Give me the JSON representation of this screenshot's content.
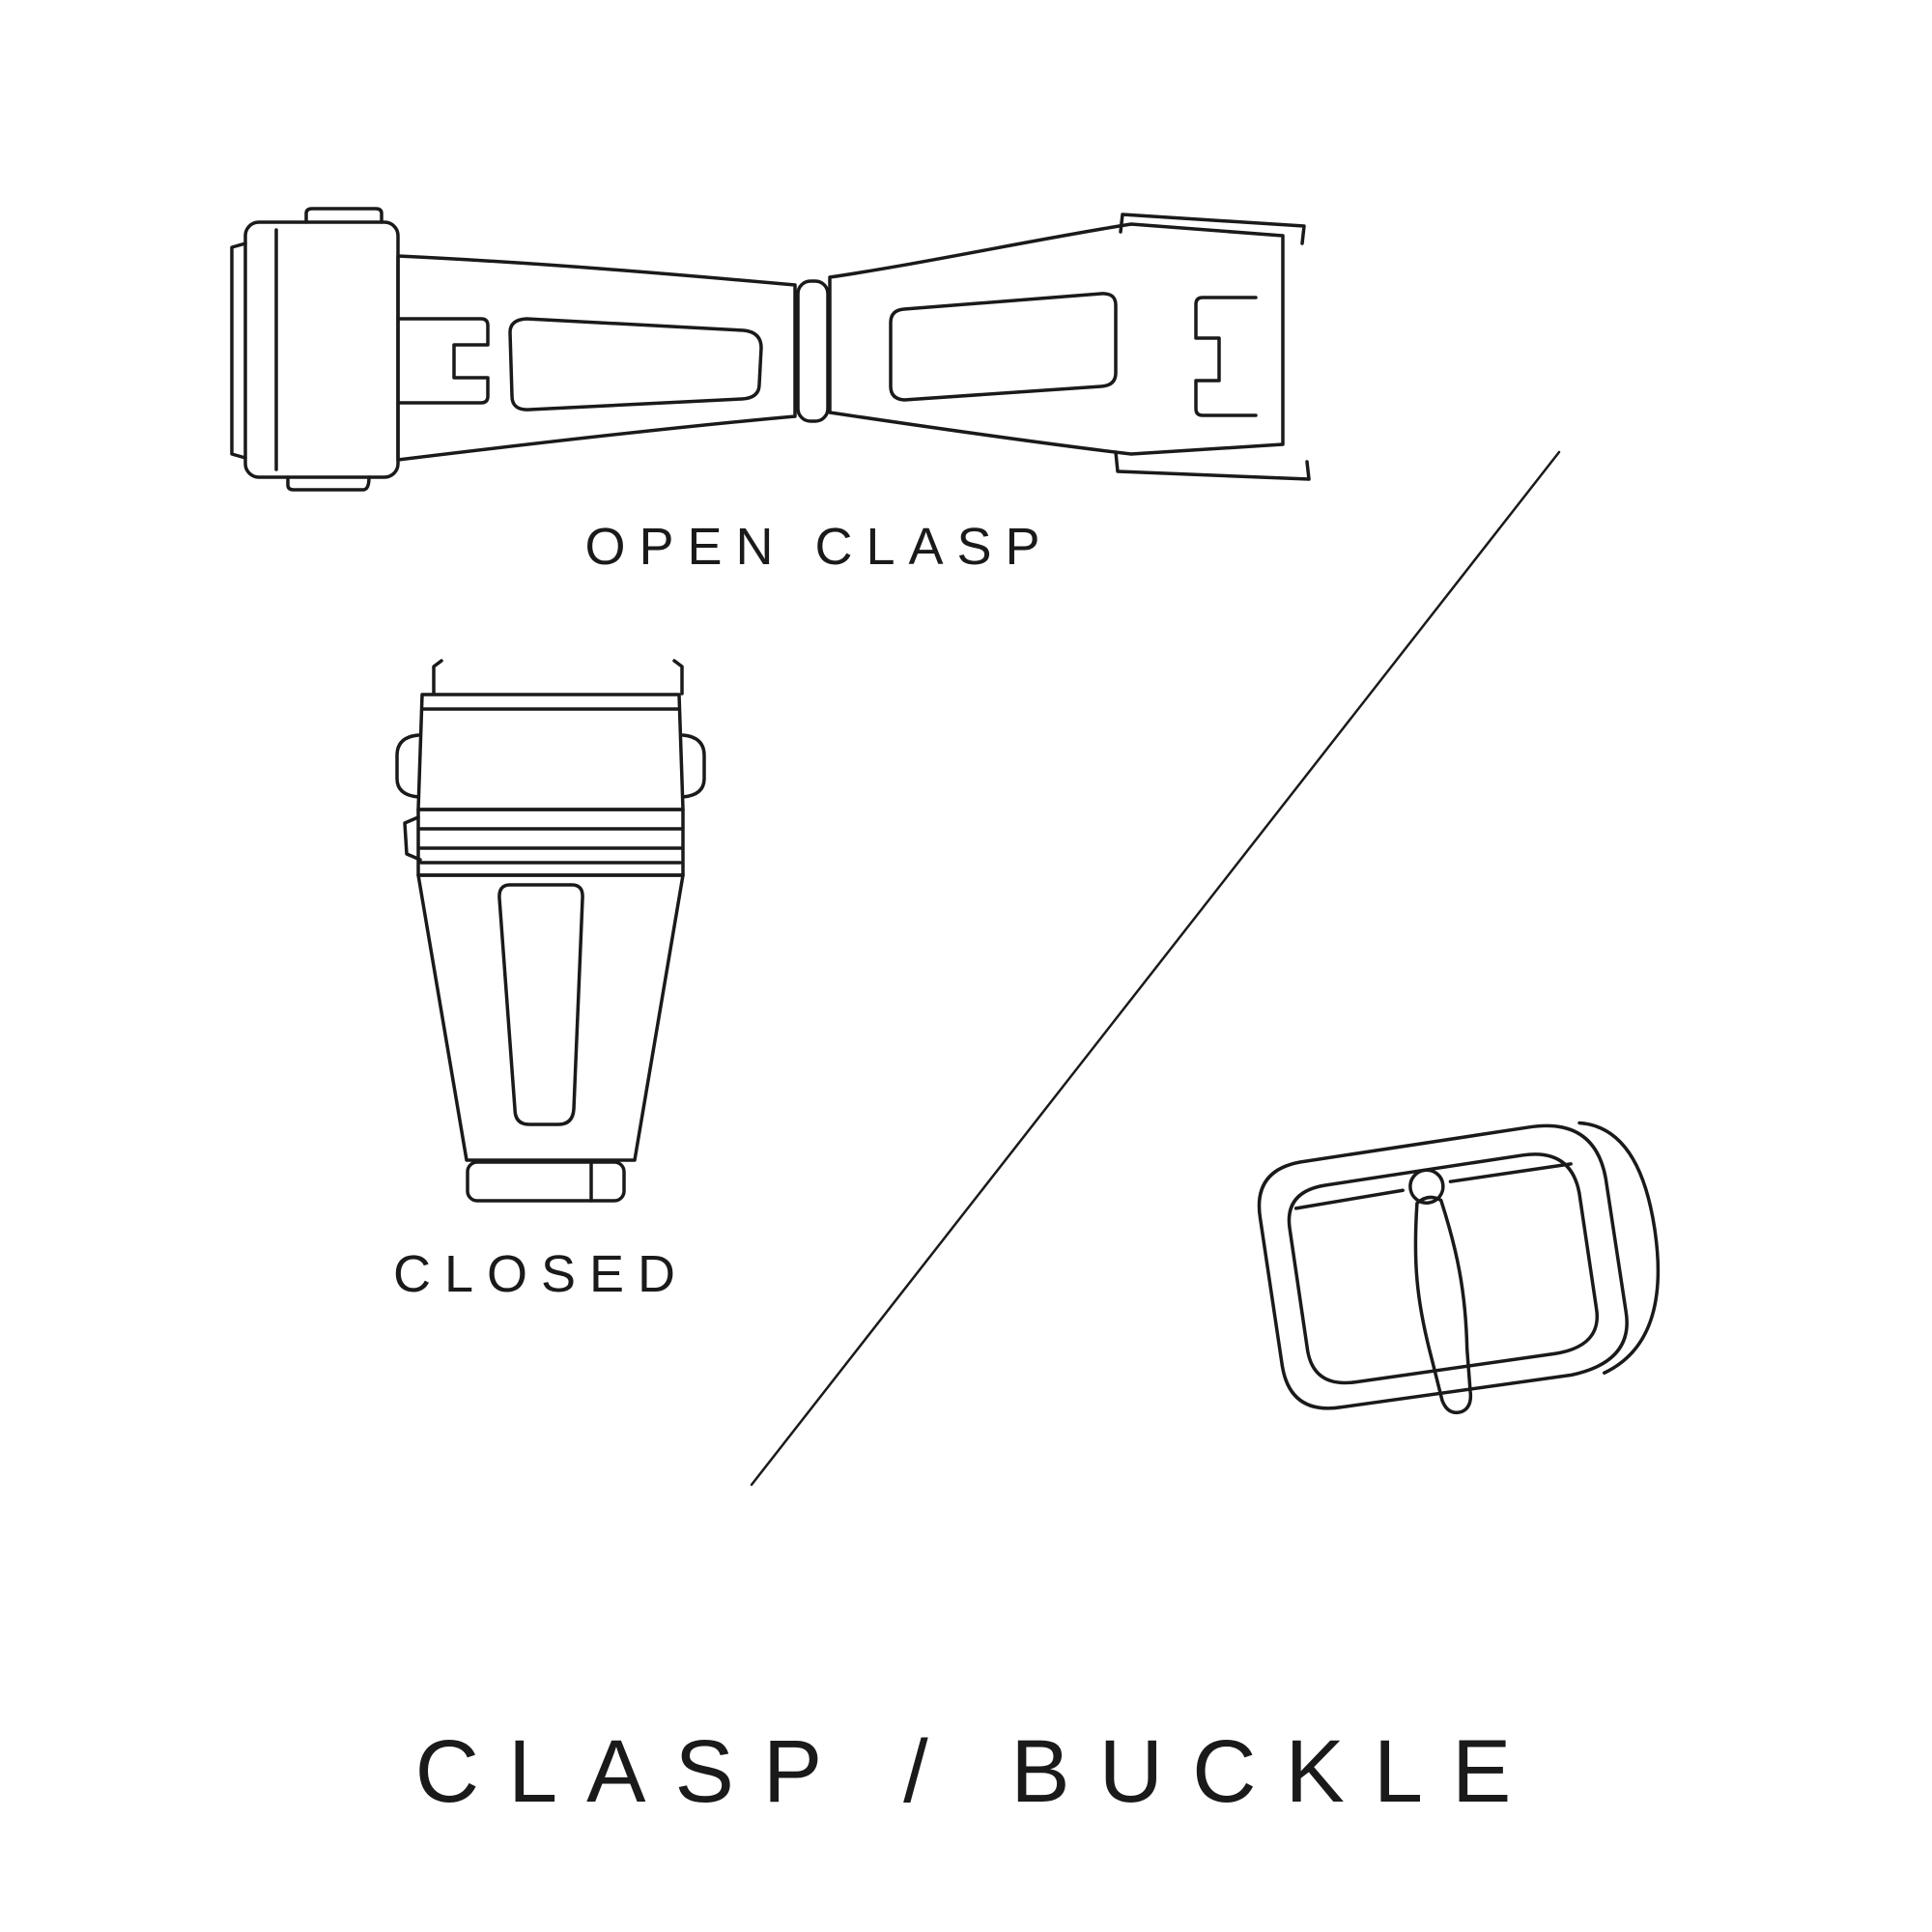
{
  "page": {
    "background_color": "#ffffff",
    "ink_color": "#1a1a1a"
  },
  "figures": {
    "open_clasp": {
      "label": "OPEN CLASP",
      "icon": "open-clasp-line-drawing"
    },
    "closed_clasp": {
      "label": "CLOSED",
      "icon": "closed-clasp-line-drawing"
    },
    "pin_buckle": {
      "icon": "pin-buckle-line-drawing"
    }
  },
  "divider": {
    "icon": "diagonal-divider-line"
  },
  "title": "CLASP / BUCKLE"
}
